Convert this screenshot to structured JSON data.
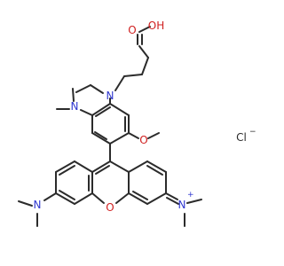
{
  "molecule": {
    "atoms": {
      "carboxyl_oh": "OH",
      "carboxyl_o": "O",
      "amine_n_top": "N",
      "amine_n_left": "N",
      "methoxy_o": "O",
      "xanthene_o": "O",
      "amine_n_bottom_left": "N",
      "iminium_n": "N",
      "chloride": "Cl"
    },
    "charges": {
      "iminium_n": "+",
      "chloride": "−"
    }
  },
  "colors": {
    "bond": "#2b2b2b",
    "nitrogen": "#3038d0",
    "oxygen": "#d02020",
    "chlorine": "#2b2b2b"
  }
}
